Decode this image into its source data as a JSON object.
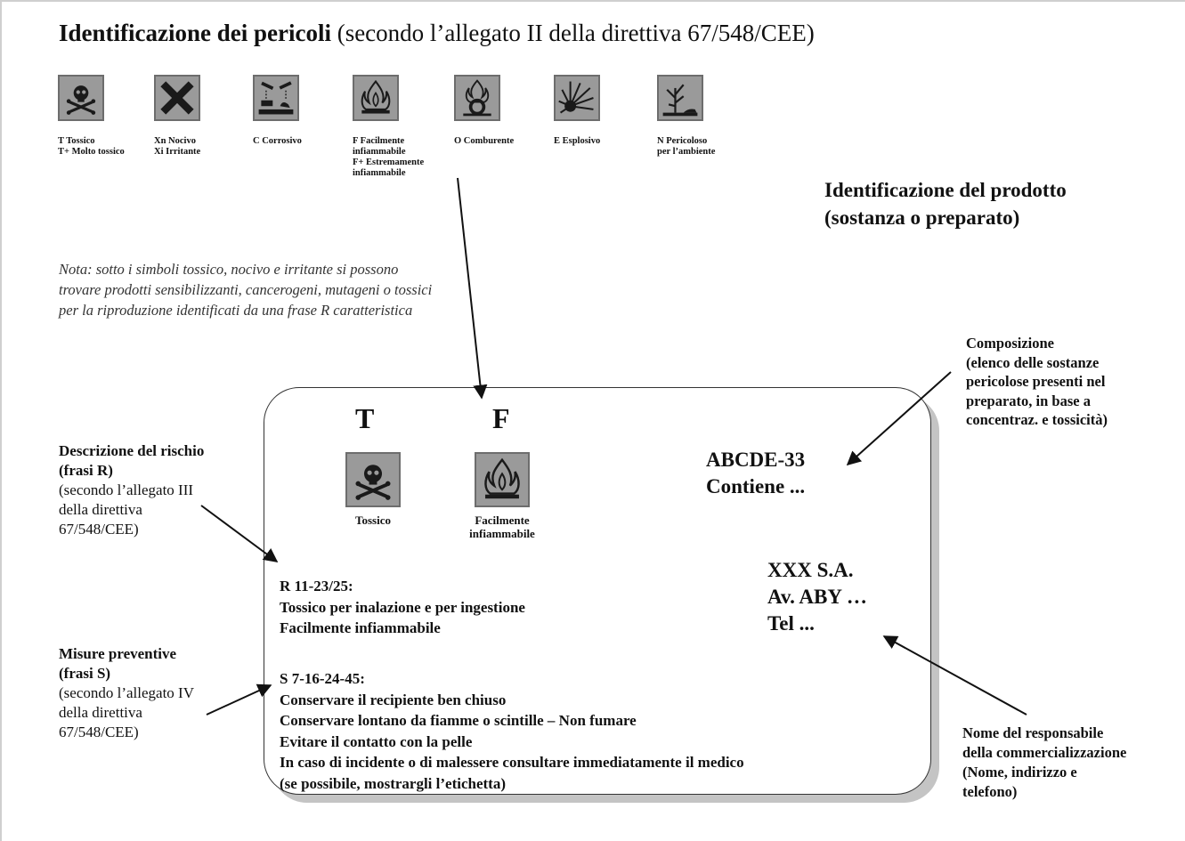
{
  "title": {
    "bold": "Identificazione dei pericoli",
    "rest": " (secondo l’allegato II della direttiva 67/548/CEE)"
  },
  "symbols": [
    {
      "icon": "skull-crossbones-icon",
      "line1": "T Tossico",
      "line2": "T+ Molto tossico",
      "line3": "",
      "line4": ""
    },
    {
      "icon": "x-cross-icon",
      "line1": "Xn Nocivo",
      "line2": "Xi Irritante",
      "line3": "",
      "line4": ""
    },
    {
      "icon": "corrosive-icon",
      "line1": "C Corrosivo",
      "line2": "",
      "line3": "",
      "line4": ""
    },
    {
      "icon": "flame-icon",
      "line1": "F Facilmente",
      "line2": "infiammabile",
      "line3": "F+ Estremamente",
      "line4": "infiammabile"
    },
    {
      "icon": "flame-over-circle-icon",
      "line1": "O Comburente",
      "line2": "",
      "line3": "",
      "line4": ""
    },
    {
      "icon": "explosion-icon",
      "line1": "E Esplosivo",
      "line2": "",
      "line3": "",
      "line4": ""
    },
    {
      "icon": "dead-tree-icon",
      "line1": "N Pericoloso",
      "line2": "per l’ambiente",
      "line3": "",
      "line4": ""
    }
  ],
  "product_identification": {
    "line1": "Identificazione del prodotto",
    "line2": "(sostanza o preparato)"
  },
  "note": "Nota: sotto i simboli tossico, nocivo e irritante si possono trovare prodotti sensibilizzanti, cancerogeni, mutageni o tossici per la riproduzione identificati da una frase R caratteristica",
  "composition": {
    "line1": "Composizione",
    "line2": "(elenco delle sostanze",
    "line3": "pericolose presenti nel",
    "line4": "preparato, in base a",
    "line5": "concentraz. e tossicità)"
  },
  "label": {
    "letter_t": "T",
    "letter_f": "F",
    "caption_t": "Tossico",
    "caption_f_line1": "Facilmente",
    "caption_f_line2": "infiammabile",
    "code_line1": "ABCDE-33",
    "code_line2": "Contiene ...",
    "company_line1": "XXX S.A.",
    "company_line2": "Av. ABY …",
    "company_line3": "Tel ...",
    "r_phrases": [
      "R 11-23/25:",
      "Tossico per inalazione e per ingestione",
      "Facilmente infiammabile"
    ],
    "s_phrases": [
      "S 7-16-24-45:",
      "Conservare il recipiente ben chiuso",
      "Conservare lontano da fiamme o scintille – Non fumare",
      "Evitare il contatto con la pelle",
      "In caso di incidente o di malessere consultare immediatamente il medico",
      "(se possibile, mostrargli l’etichetta)"
    ]
  },
  "risk_description": {
    "line1": "Descrizione del rischio",
    "line2": "(frasi R)",
    "line3": "(secondo l’allegato III",
    "line4": "della direttiva",
    "line5": "67/548/CEE)"
  },
  "preventive_measures": {
    "line1": "Misure preventive",
    "line2": "(frasi S)",
    "line3": "(secondo l’allegato IV",
    "line4": "della direttiva",
    "line5": "67/548/CEE)"
  },
  "responsible": {
    "line1": "Nome del responsabile",
    "line2": "della commercializzazione",
    "line3": "(Nome, indirizzo e",
    "line4": "telefono)"
  },
  "colors": {
    "symbol_bg": "#9a9a9a",
    "symbol_border": "#6d6d6d",
    "shadow": "#c4c4c4",
    "text": "#111111"
  }
}
